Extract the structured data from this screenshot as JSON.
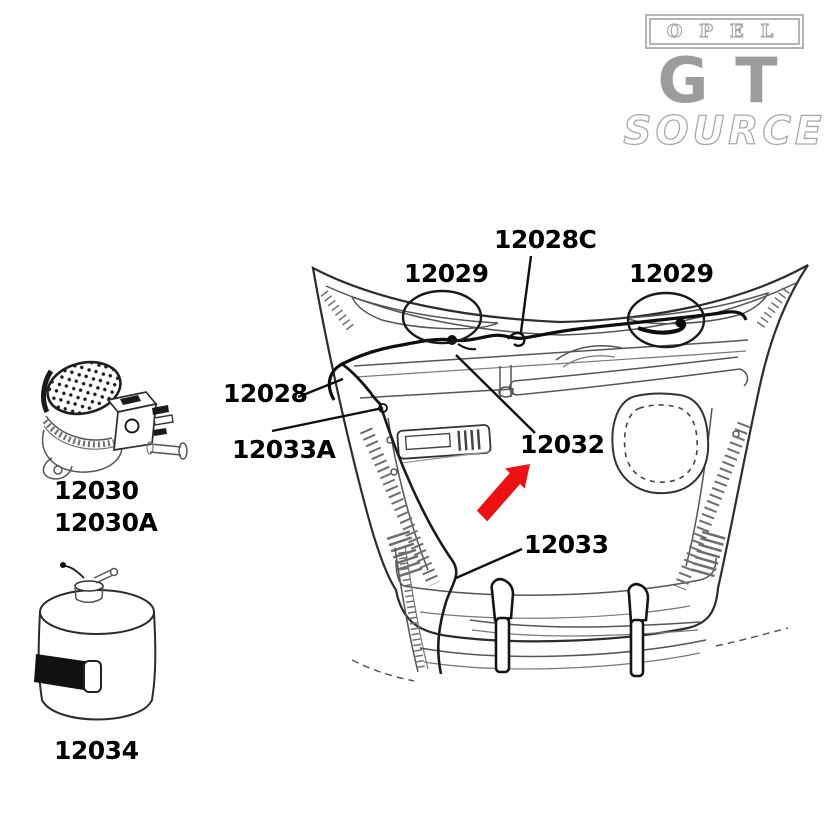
{
  "branding": {
    "brand": "OPEL",
    "model": "GT",
    "suffix": "SOURCE"
  },
  "callouts": {
    "c12029_left": "12029",
    "c12028c": "12028C",
    "c12029_right": "12029",
    "c12028": "12028",
    "c12033a": "12033A",
    "c12032": "12032",
    "c12033": "12033"
  },
  "side_parts": {
    "horn_label_1": "12030",
    "horn_label_2": "12030A",
    "washer_bottle_label": "12034"
  },
  "colors": {
    "highlight_red": "#ee1111",
    "logo_gray": "#a9a9a9",
    "line_ink": "#1a1a1a"
  }
}
